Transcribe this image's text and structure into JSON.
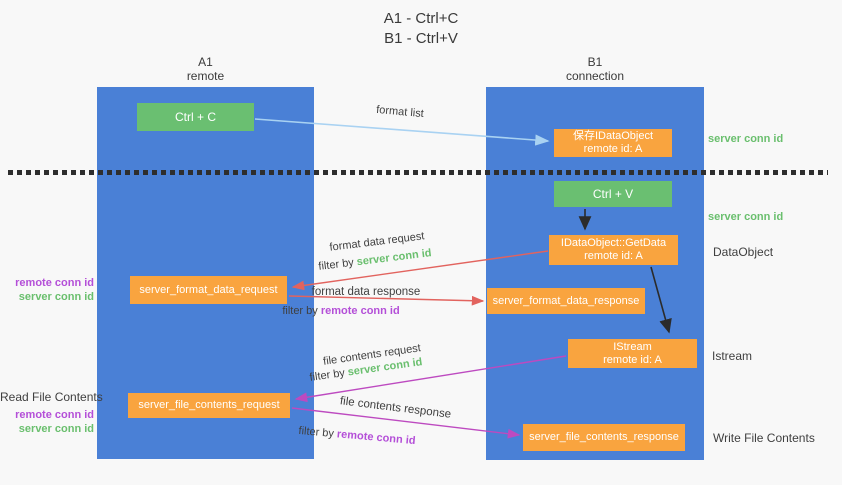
{
  "title": {
    "line1": "A1 - Ctrl+C",
    "line2": "B1 - Ctrl+V"
  },
  "lanes": {
    "a": {
      "name": "A1",
      "sub": "remote"
    },
    "b": {
      "name": "B1",
      "sub": "connection"
    }
  },
  "nodes": {
    "ctrl_c": {
      "label": "Ctrl + C"
    },
    "save_idataobject": {
      "line1": "保存IDataObject",
      "line2": "remote id: A"
    },
    "ctrl_v": {
      "label": "Ctrl + V"
    },
    "getdata": {
      "line1": "IDataObject::GetData",
      "line2": "remote id: A"
    },
    "format_request": {
      "label": "server_format_data_request"
    },
    "format_response": {
      "label": "server_format_data_response"
    },
    "istream": {
      "line1": "IStream",
      "line2": "remote id: A"
    },
    "file_request": {
      "label": "server_file_contents_request"
    },
    "file_response": {
      "label": "server_file_contents_response"
    }
  },
  "edge_labels": {
    "format_list": "format list",
    "format_data_request": "format data request",
    "format_data_response": "format data response",
    "file_contents_request": "file contents request",
    "file_contents_response": "file contents response",
    "filter_by": "filter by",
    "server_conn_id": "server conn id",
    "remote_conn_id": "remote conn id"
  },
  "side_labels": {
    "server_conn_id_top": "server conn id",
    "server_conn_id_mid": "server conn id",
    "dataobject": "DataObject",
    "istream": "Istream",
    "write_file_contents": "Write File Contents",
    "read_file_contents": "Read File Contents",
    "remote_conn_id": "remote conn id",
    "server_conn_id": "server conn id"
  },
  "colors": {
    "lane_blue": "#4a80d6",
    "box_green": "#6abf71",
    "box_orange": "#f9a43f",
    "green_text": "#6abf6e",
    "purple_text": "#b44fd8",
    "arrow_light_blue": "#a9d2f2",
    "arrow_red": "#e2635e",
    "arrow_magenta": "#bd4ac0",
    "arrow_black": "#2b2b2b"
  }
}
